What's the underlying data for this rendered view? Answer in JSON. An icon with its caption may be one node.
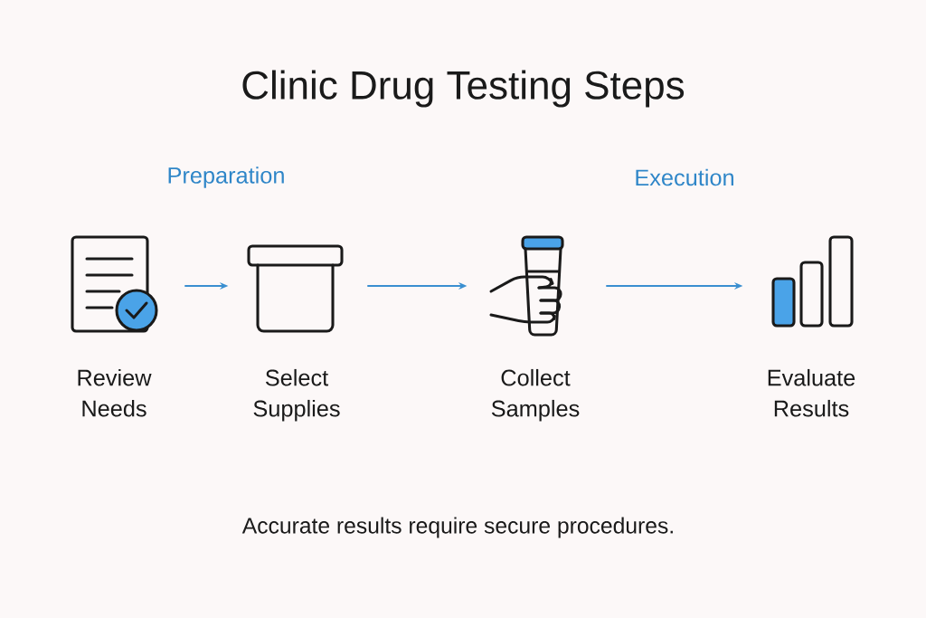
{
  "diagram": {
    "title": "Clinic Drug Testing Steps",
    "caption": "Accurate results require secure procedures.",
    "nodes": [
      {
        "text": [
          "Review Needs"
        ]
      },
      {
        "text": [
          "Select Supplies"
        ]
      },
      {
        "text": [
          "Collect Samples"
        ]
      },
      {
        "text": [
          "Evaluate Results"
        ]
      }
    ],
    "edges": [
      {
        "from": 0,
        "to": 1,
        "arrow": "to"
      },
      {
        "from": 1,
        "to": 2,
        "arrow": "to"
      },
      {
        "from": 2,
        "to": 3,
        "arrow": "to"
      }
    ],
    "labels": [
      "Preparation",
      "Execution"
    ]
  }
}
